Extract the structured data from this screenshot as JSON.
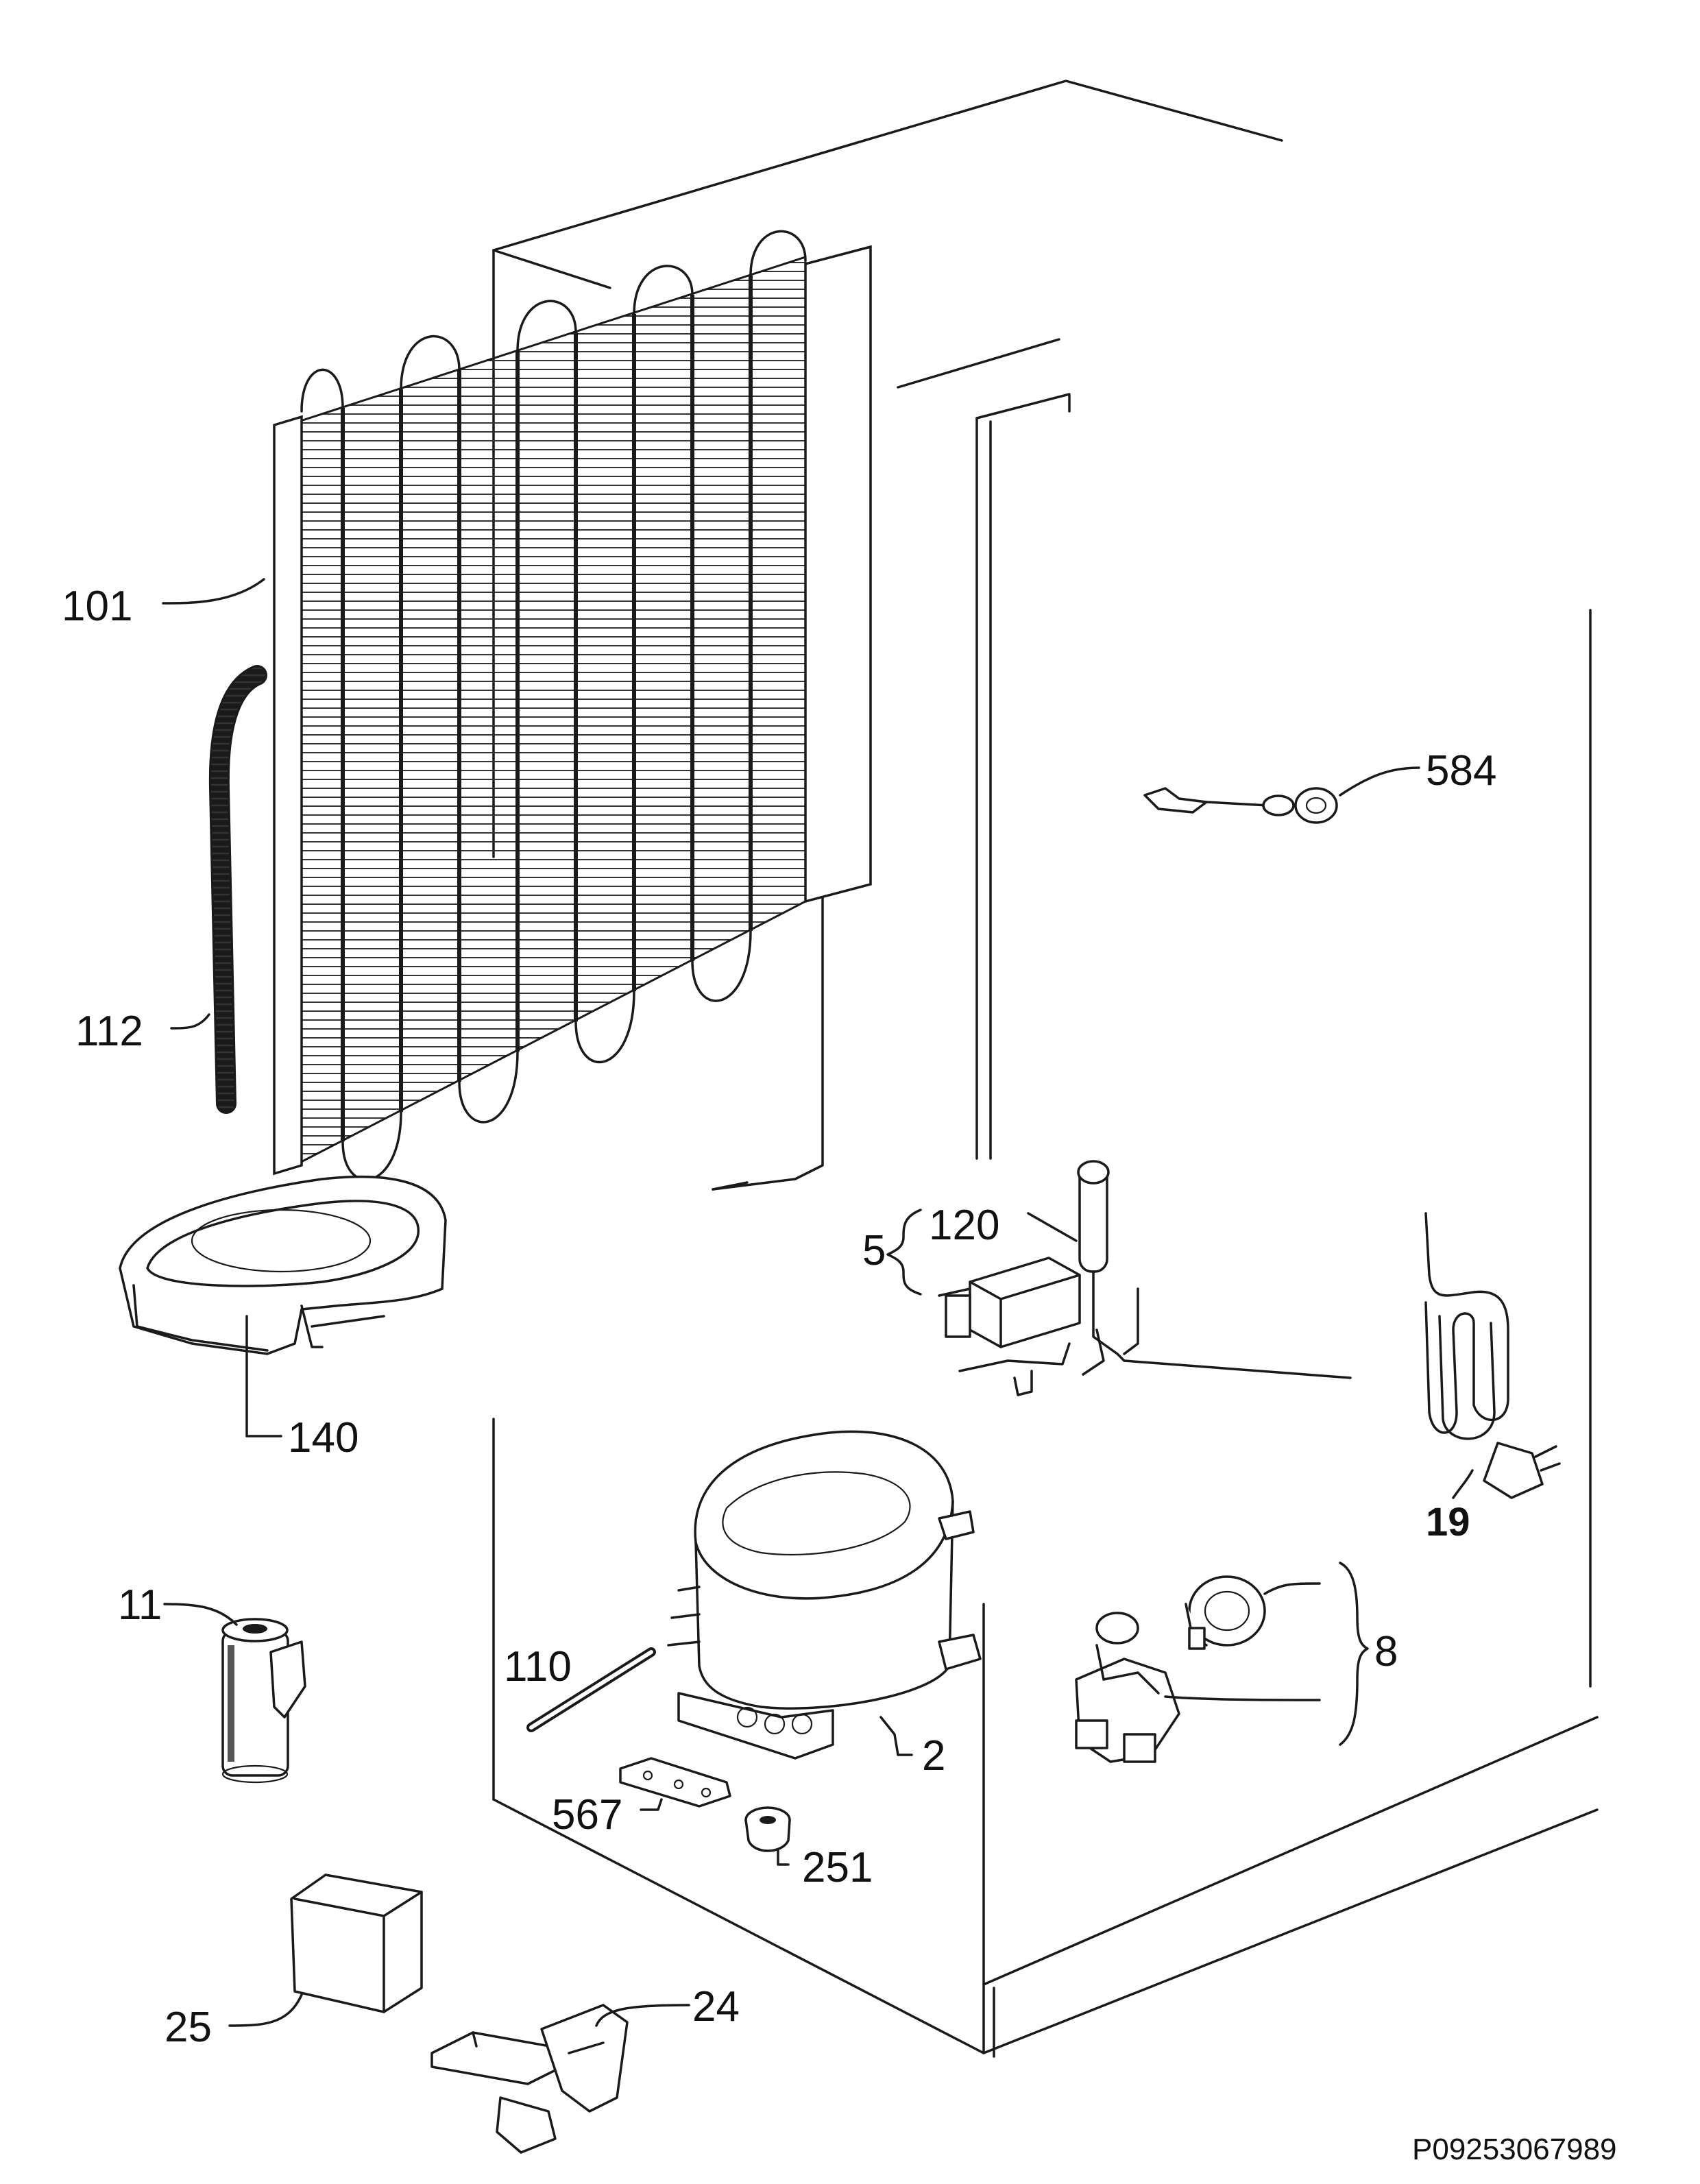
{
  "drawing_code": "P09253067989",
  "callouts": {
    "c101": "101",
    "c112": "112",
    "c140": "140",
    "c584": "584",
    "c5": "5",
    "c120": "120",
    "c19": "19",
    "c11": "11",
    "c110": "110",
    "c2": "2",
    "c8": "8",
    "c567": "567",
    "c251": "251",
    "c25": "25",
    "c24": "24"
  }
}
